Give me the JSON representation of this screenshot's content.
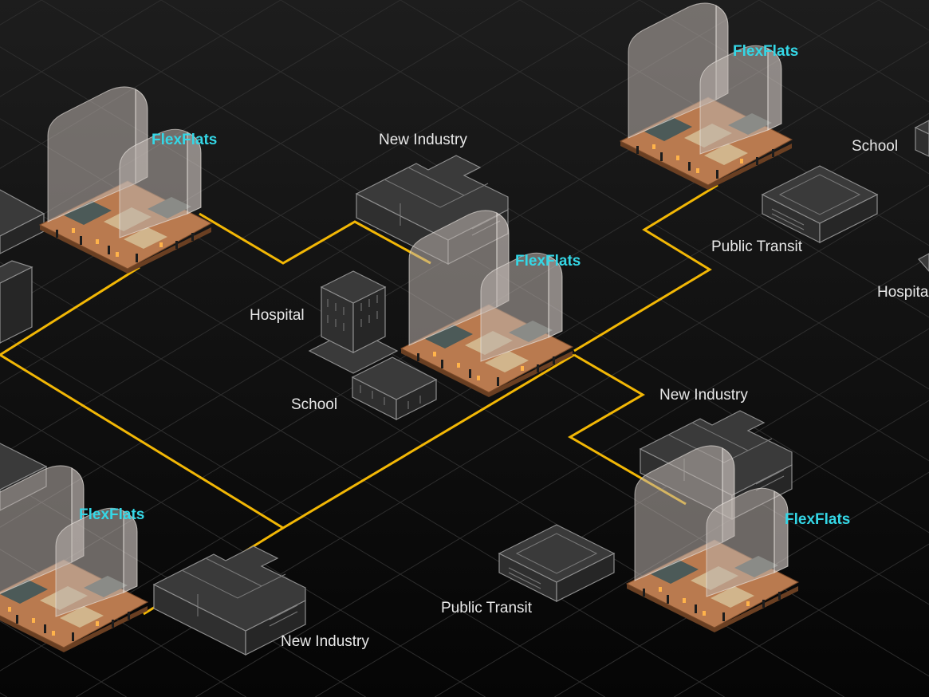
{
  "labels": {
    "flexflats": "FlexFlats",
    "new_industry": "New Industry",
    "hospital": "Hospital",
    "hospital_cut": "Hospita",
    "school": "School",
    "public_transit": "Public Transit"
  },
  "colors": {
    "background": "#111111",
    "connector": "#f2b705",
    "flexflats_label": "#34d7e6",
    "label": "#e8e8e8",
    "grid": "#2e2e2e"
  }
}
